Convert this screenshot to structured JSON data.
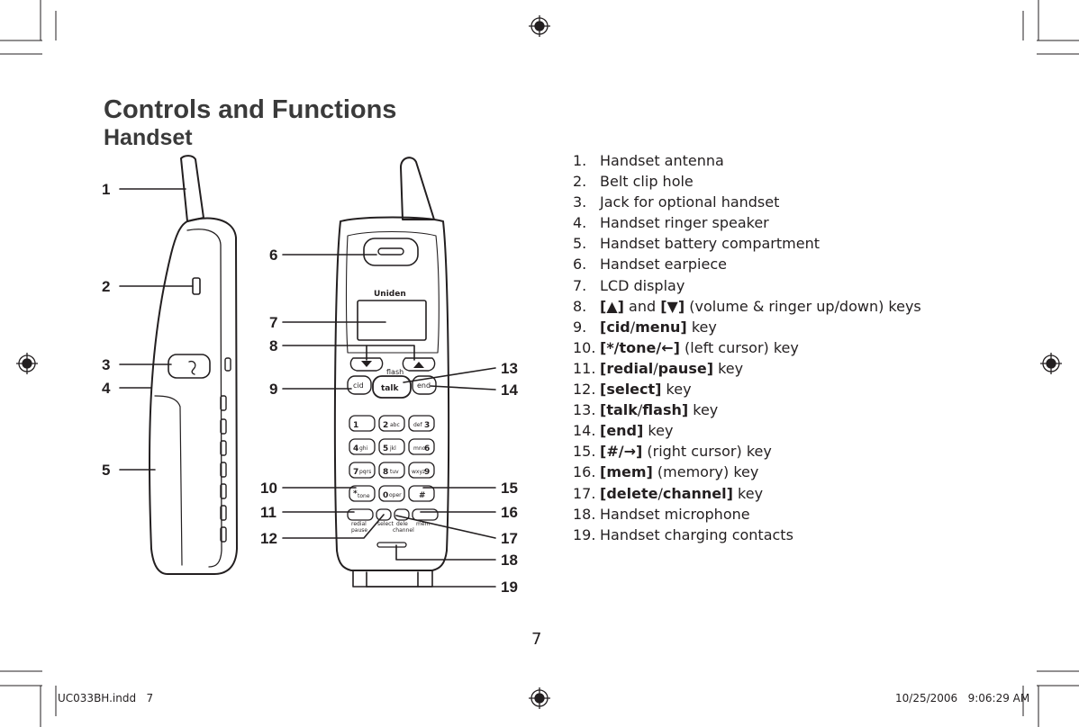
{
  "document": {
    "title": "Controls and Functions",
    "subtitle": "Handset",
    "page_number": "7",
    "slug_left": "UC033BH.indd   7",
    "slug_right": "10/25/2006   9:06:29 AM"
  },
  "callouts": {
    "c1": "1",
    "c2": "2",
    "c3": "3",
    "c4": "4",
    "c5": "5",
    "c6": "6",
    "c7": "7",
    "c8": "8",
    "c9": "9",
    "c10": "10",
    "c11": "11",
    "c12": "12",
    "c13": "13",
    "c14": "14",
    "c15": "15",
    "c16": "16",
    "c17": "17",
    "c18": "18",
    "c19": "19"
  },
  "handset_labels": {
    "brand": "Uniden",
    "flash": "flash",
    "cid": "cid",
    "talk": "talk",
    "end": "end",
    "k1": "1",
    "k2": "2",
    "k2s": "abc",
    "k3": "3",
    "k3s": "def",
    "k4": "4",
    "k4s": "ghi",
    "k5": "5",
    "k5s": "jkl",
    "k6": "6",
    "k6s": "mno",
    "k7": "7",
    "k7s": "pqrs",
    "k8": "8",
    "k8s": "tuv",
    "k9": "9",
    "k9s": "wxyz",
    "kstar": "*",
    "kstars": "tone",
    "k0": "0",
    "k0s": "oper",
    "khash": "#",
    "redial": "redial",
    "pause": "pause",
    "select": "select",
    "delete": "dele",
    "channel": "channel",
    "mem": "mem"
  },
  "parts": [
    {
      "num": "1.",
      "segments": [
        {
          "text": "Handset antenna",
          "bold": false
        }
      ]
    },
    {
      "num": "2.",
      "segments": [
        {
          "text": "Belt clip hole",
          "bold": false
        }
      ]
    },
    {
      "num": "3.",
      "segments": [
        {
          "text": "Jack for optional handset",
          "bold": false
        }
      ]
    },
    {
      "num": "4.",
      "segments": [
        {
          "text": "Handset ringer speaker",
          "bold": false
        }
      ]
    },
    {
      "num": "5.",
      "segments": [
        {
          "text": "Handset battery compartment",
          "bold": false
        }
      ]
    },
    {
      "num": "6.",
      "segments": [
        {
          "text": "Handset earpiece",
          "bold": false
        }
      ]
    },
    {
      "num": "7.",
      "segments": [
        {
          "text": "LCD display",
          "bold": false
        }
      ]
    },
    {
      "num": "8.",
      "segments": [
        {
          "text": "[▲]",
          "bold": true
        },
        {
          "text": " and ",
          "bold": false
        },
        {
          "text": "[▼]",
          "bold": true
        },
        {
          "text": " (volume & ringer up/down) keys",
          "bold": false
        }
      ]
    },
    {
      "num": "9.",
      "segments": [
        {
          "text": "[cid",
          "bold": true
        },
        {
          "text": "/",
          "bold": false
        },
        {
          "text": "menu]",
          "bold": true
        },
        {
          "text": " key",
          "bold": false
        }
      ]
    },
    {
      "num": "10.",
      "segments": [
        {
          "text": "[*/tone/←]",
          "bold": true
        },
        {
          "text": " (left cursor) key",
          "bold": false
        }
      ]
    },
    {
      "num": "11.",
      "segments": [
        {
          "text": "[redial",
          "bold": true
        },
        {
          "text": "/",
          "bold": false
        },
        {
          "text": "pause]",
          "bold": true
        },
        {
          "text": " key",
          "bold": false
        }
      ]
    },
    {
      "num": "12.",
      "segments": [
        {
          "text": "[select]",
          "bold": true
        },
        {
          "text": " key",
          "bold": false
        }
      ]
    },
    {
      "num": "13.",
      "segments": [
        {
          "text": "[talk",
          "bold": true
        },
        {
          "text": "/",
          "bold": false
        },
        {
          "text": "flash]",
          "bold": true
        },
        {
          "text": " key",
          "bold": false
        }
      ]
    },
    {
      "num": "14.",
      "segments": [
        {
          "text": "[end]",
          "bold": true
        },
        {
          "text": " key",
          "bold": false
        }
      ]
    },
    {
      "num": "15.",
      "segments": [
        {
          "text": "[#/→]",
          "bold": true
        },
        {
          "text": " (right cursor) key",
          "bold": false
        }
      ]
    },
    {
      "num": "16.",
      "segments": [
        {
          "text": "[mem]",
          "bold": true
        },
        {
          "text": " (memory) key",
          "bold": false
        }
      ]
    },
    {
      "num": "17.",
      "segments": [
        {
          "text": "[delete",
          "bold": true
        },
        {
          "text": "/",
          "bold": false
        },
        {
          "text": "channel]",
          "bold": true
        },
        {
          "text": " key",
          "bold": false
        }
      ]
    },
    {
      "num": "18.",
      "segments": [
        {
          "text": "Handset microphone",
          "bold": false
        }
      ]
    },
    {
      "num": "19.",
      "segments": [
        {
          "text": "Handset charging contacts",
          "bold": false
        }
      ]
    }
  ]
}
